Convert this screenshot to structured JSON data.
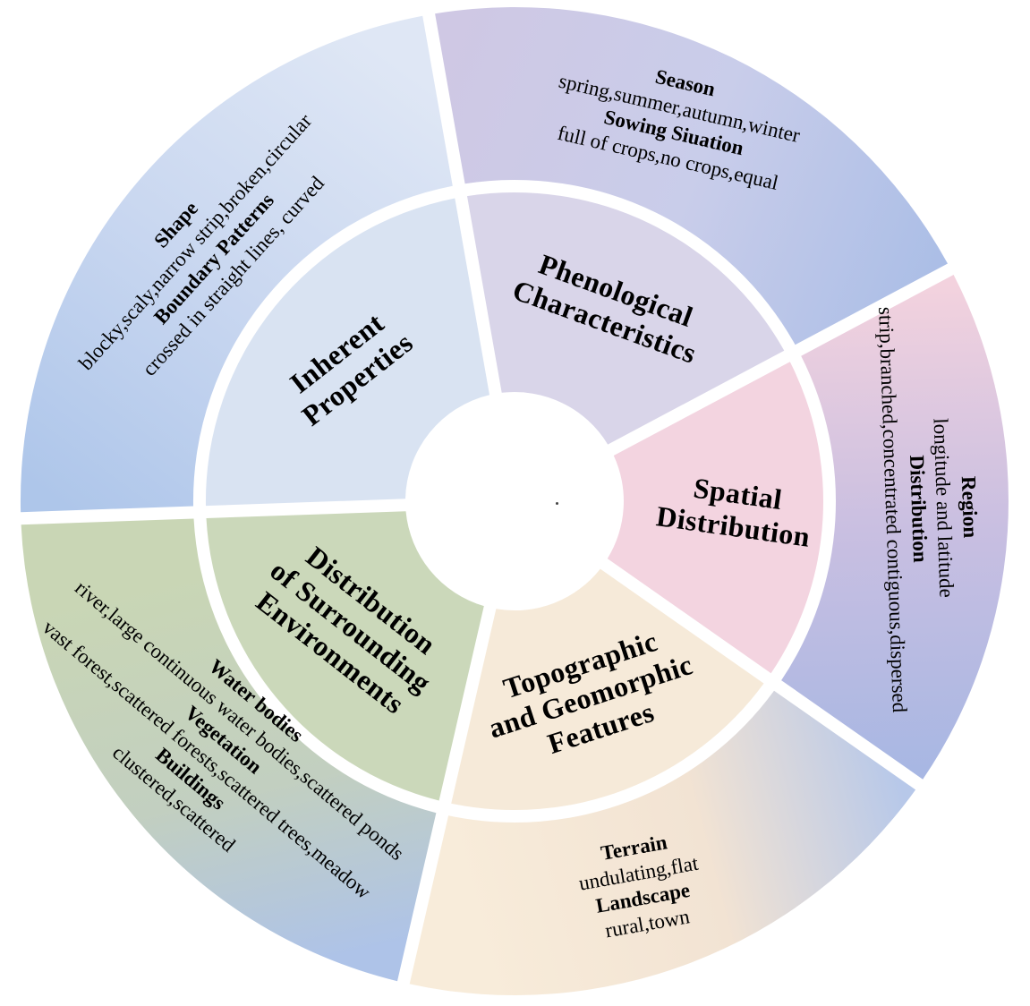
{
  "colors": {
    "background": "#ffffff",
    "text": "#000000"
  },
  "segments": [
    {
      "name": "Phenological Characteristics",
      "label_lines": [
        "Phenological",
        "Characteristics"
      ],
      "inner_color": "#d9d5e9",
      "outer_gradient": [
        "#cfc8e4",
        "#c9cdea",
        "#a9bde6"
      ],
      "outer_lines": [
        "Season",
        "spring,summer,autumn,winter",
        "Sowing Siuation",
        "full of crops,no crops,equal"
      ]
    },
    {
      "name": "Spatial Distribution",
      "label_lines": [
        "Spatial",
        "Distribution"
      ],
      "inner_color": "#f3d4e0",
      "outer_gradient": [
        "#f3d2de",
        "#c9bfe1",
        "#a8b7e3"
      ],
      "outer_lines": [
        "Region",
        "longitude and latitude",
        "Distribution",
        "strip,branched,concentrated contiguous,dispersed"
      ]
    },
    {
      "name": "Topographic and Geomorphic Features",
      "label_lines": [
        "Topographic",
        "and Geomorphic",
        "Features"
      ],
      "inner_color": "#f6ead9",
      "outer_gradient": [
        "#f8ecda",
        "#f2e3d3",
        "#b7c8e9"
      ],
      "outer_lines": [
        "Terrain",
        "undulating,flat",
        "Landscape",
        "rural,town"
      ]
    },
    {
      "name": "Distribution of Surrounding Environments",
      "label_lines": [
        "Distribution",
        "of Surrounding",
        "Environments"
      ],
      "inner_color": "#cbd8ba",
      "outer_gradient": [
        "#c9d6b5",
        "#c2cfc0",
        "#aec3e8"
      ],
      "outer_lines": [
        "Water bodies",
        "river,large continuous water bodies,scattered ponds",
        "Vegetation",
        "vast forest,scattered forests,scattered trees,meadow",
        "Buildings",
        "clustered,scattered"
      ]
    },
    {
      "name": "Inherent Properties",
      "label_lines": [
        "Inherent",
        "Properties"
      ],
      "inner_color": "#d9e3f2",
      "outer_gradient": [
        "#dfe7f5",
        "#c9d7f0",
        "#aec6ea"
      ],
      "outer_lines": [
        "Shape",
        "blocky,scaly,narrow strip,broken,circular",
        "Boundary Patterns",
        "crossed in straight lines, curved"
      ]
    }
  ]
}
